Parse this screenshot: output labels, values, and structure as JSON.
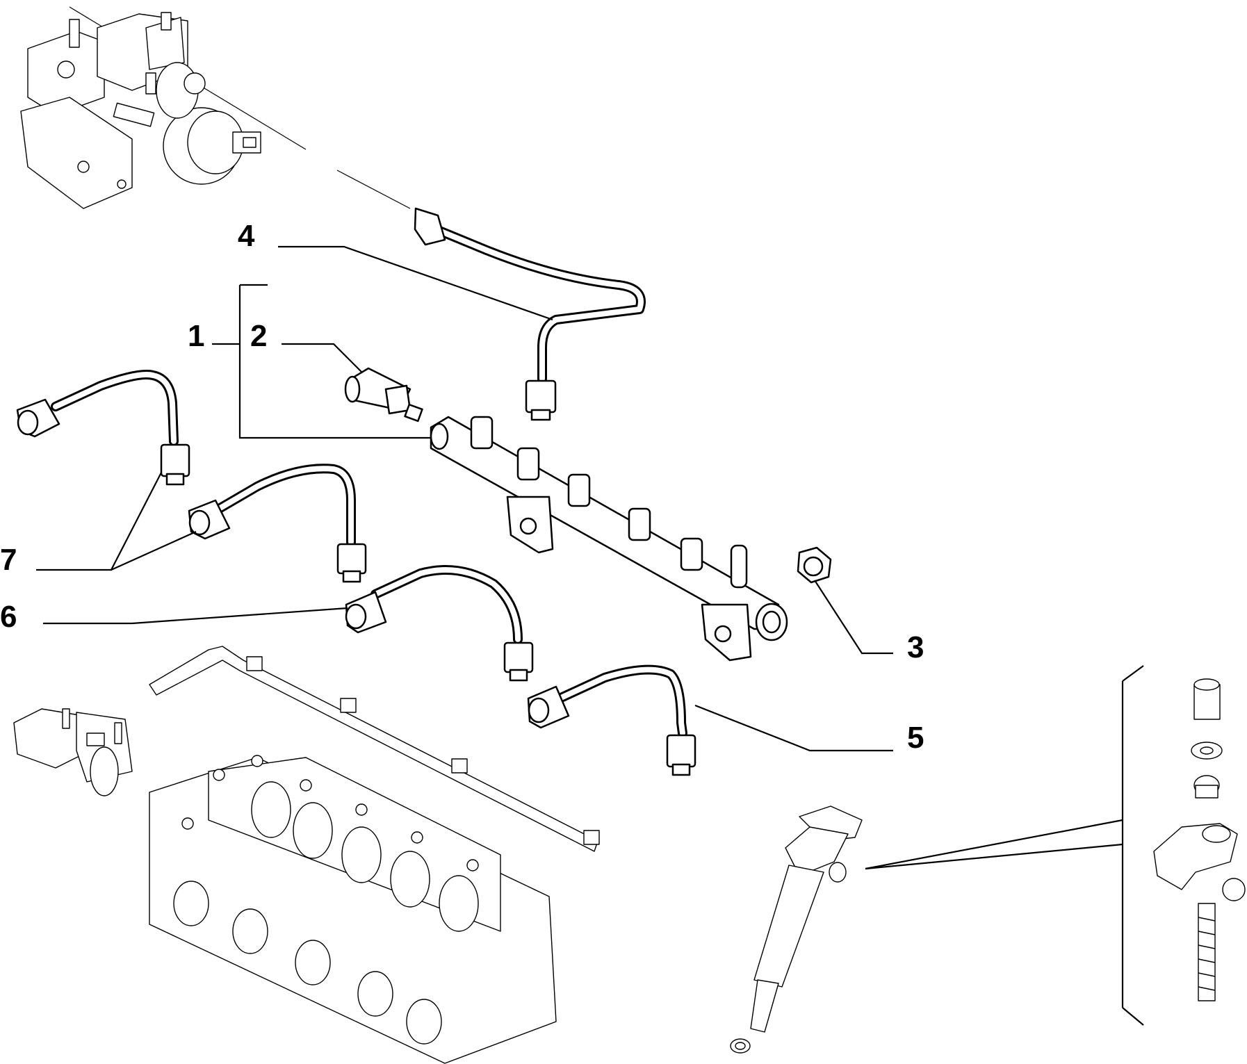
{
  "diagram": {
    "callouts": [
      {
        "id": "c1",
        "label": "1"
      },
      {
        "id": "c2",
        "label": "2"
      },
      {
        "id": "c3",
        "label": "3"
      },
      {
        "id": "c4",
        "label": "4"
      },
      {
        "id": "c5",
        "label": "5"
      },
      {
        "id": "c6",
        "label": "6"
      },
      {
        "id": "c7",
        "label": "7"
      }
    ]
  }
}
